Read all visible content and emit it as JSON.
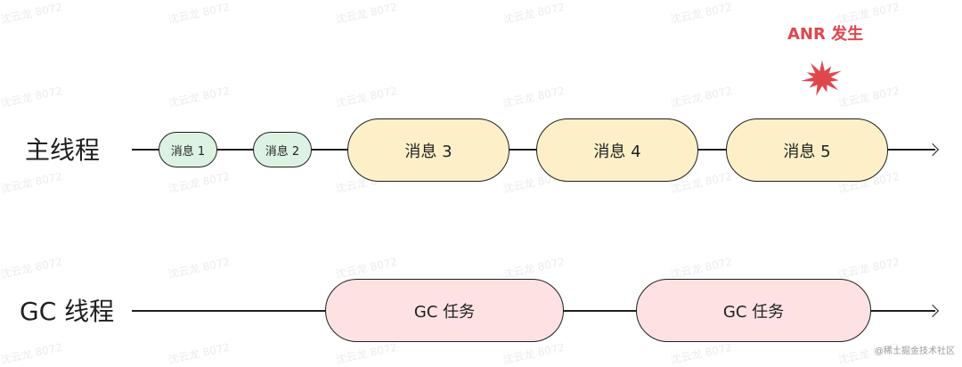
{
  "watermark": "沈云龙 8072",
  "lanes": {
    "main": {
      "label": "主线程",
      "messages": [
        {
          "label": "消息 1",
          "kind": "small"
        },
        {
          "label": "消息 2",
          "kind": "small"
        },
        {
          "label": "消息 3",
          "kind": "big"
        },
        {
          "label": "消息 4",
          "kind": "big"
        },
        {
          "label": "消息 5",
          "kind": "big"
        }
      ]
    },
    "gc": {
      "label": "GC 线程",
      "tasks": [
        {
          "label": "GC 任务"
        },
        {
          "label": "GC 任务"
        }
      ]
    }
  },
  "anr": {
    "label": "ANR 发生",
    "color": "#e0474c",
    "icon": "burst-icon"
  },
  "colors": {
    "small_message_fill": "#dcf3e3",
    "big_message_fill": "#fdf0c8",
    "gc_task_fill": "#fde1e3",
    "line": "#1f1f1f"
  },
  "footer": "@稀土掘金技术社区"
}
